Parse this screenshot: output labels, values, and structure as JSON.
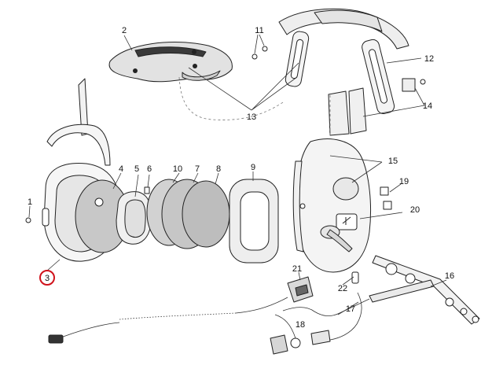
{
  "diagram": {
    "title": "",
    "highlighted_callout": "3",
    "highlight_color": "#d0121b",
    "part_fill_light": "#e9e9e9",
    "part_fill_mid": "#c9c9c9",
    "part_fill_dark": "#9a9a9a",
    "callouts": {
      "c1": "1",
      "c2": "2",
      "c3": "3",
      "c4": "4",
      "c5": "5",
      "c6": "6",
      "c7": "7",
      "c8": "8",
      "c9": "9",
      "c10": "10",
      "c11": "11",
      "c12": "12",
      "c13": "13",
      "c14": "14",
      "c15": "15",
      "c16": "16",
      "c17": "17",
      "c18": "18",
      "c19": "19",
      "c20": "20",
      "c21": "21",
      "c22": "22"
    }
  }
}
